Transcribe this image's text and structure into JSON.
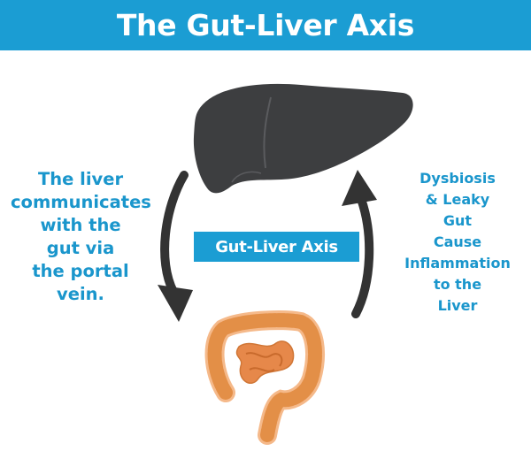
{
  "title": "The Gut-Liver Axis",
  "left_text_lines": [
    "The liver",
    "communicates",
    "with the",
    "gut via",
    "the portal",
    "vein."
  ],
  "right_text_lines": [
    "Dysbiosis",
    "& Leaky",
    "Gut",
    "Cause",
    "Inflammation",
    "to the",
    "Liver"
  ],
  "center_label": "Gut-Liver Axis",
  "colors": {
    "banner": "#1b9dd3",
    "text_accent": "#1a96cc",
    "liver": "#3d3e40",
    "arrow": "#333333",
    "intestine": "#e38f47"
  },
  "icons": [
    "liver-illustration",
    "intestine-illustration",
    "cycle-arrow-down",
    "cycle-arrow-up"
  ]
}
